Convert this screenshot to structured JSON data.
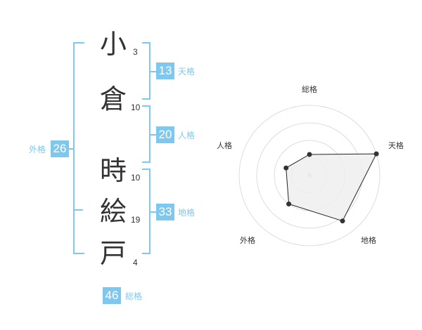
{
  "name": {
    "chars": [
      {
        "char": "小",
        "strokes": "3"
      },
      {
        "char": "倉",
        "strokes": "10"
      },
      {
        "char": "時",
        "strokes": "10"
      },
      {
        "char": "絵",
        "strokes": "19"
      },
      {
        "char": "戸",
        "strokes": "4"
      }
    ]
  },
  "fortune": {
    "tenkaku": {
      "value": "13",
      "label": "天格"
    },
    "jinkaku": {
      "value": "20",
      "label": "人格"
    },
    "chikaku": {
      "value": "33",
      "label": "地格"
    },
    "gaikaku": {
      "value": "26",
      "label": "外格"
    },
    "soukaku": {
      "value": "46",
      "label": "総格"
    }
  },
  "chart_data": {
    "type": "radar",
    "axes": [
      "総格",
      "天格",
      "地格",
      "外格",
      "人格"
    ],
    "values": [
      0.3,
      1.0,
      0.8,
      0.5,
      0.35
    ],
    "max": 1,
    "rings": 4,
    "colors": {
      "fill": "#eeeeee",
      "line": "#222222",
      "point": "#333333",
      "grid": "#dddddd"
    }
  }
}
